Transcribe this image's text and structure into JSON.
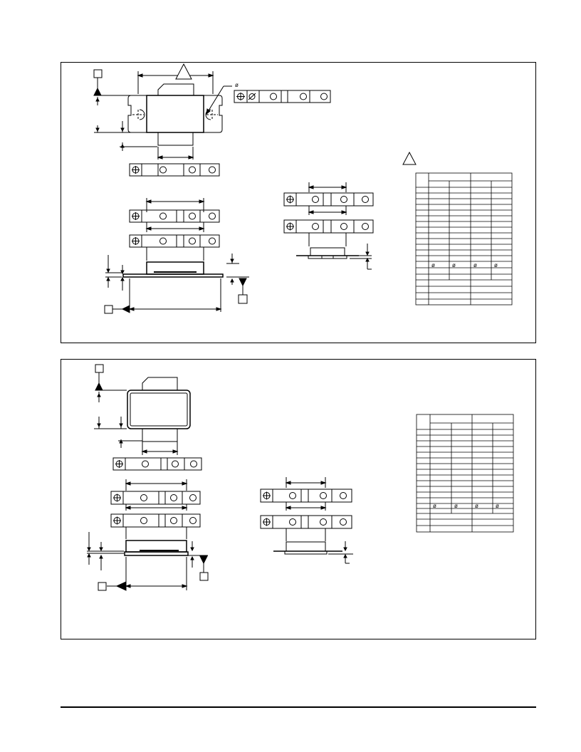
{
  "page": {
    "panels": [
      {
        "id": "case-style-a",
        "table_symbols": [
          "ø",
          "ø",
          "ø",
          "ø"
        ],
        "callout_symbol": "ø"
      },
      {
        "id": "case-style-b",
        "table_symbols": [
          "ø",
          "ø",
          "ø",
          "ø"
        ]
      }
    ]
  },
  "colors": {
    "ink": "#000000",
    "paper": "#ffffff"
  },
  "icons": [
    "datum-box",
    "datum-triangle",
    "position-tolerance-icon",
    "diameter-icon",
    "circle-modifier-icon",
    "revision-triangle"
  ]
}
